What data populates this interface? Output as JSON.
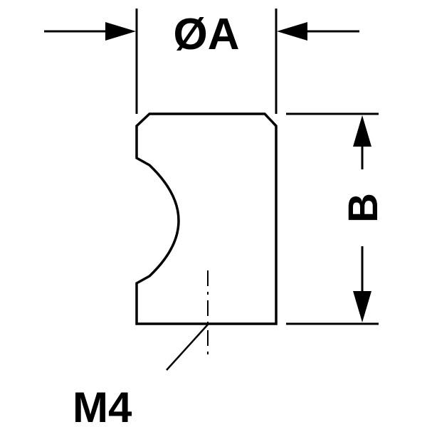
{
  "diagram": {
    "labels": {
      "diameter": "ØA",
      "height": "B",
      "thread": "M4"
    },
    "colors": {
      "stroke": "#000000",
      "background": "#ffffff"
    }
  }
}
